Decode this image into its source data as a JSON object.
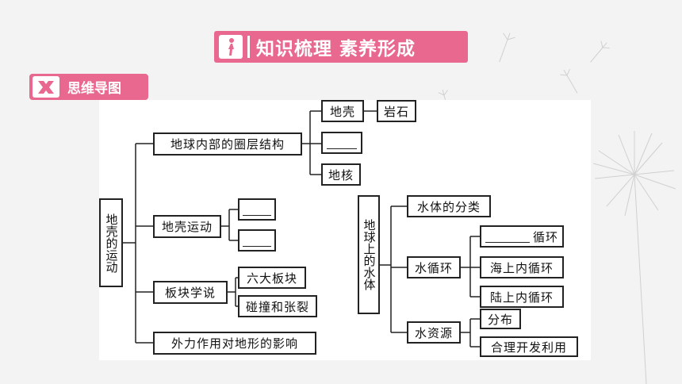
{
  "banner": {
    "title": "知识梳理 素养形成",
    "icon": "person-figure-icon"
  },
  "section": {
    "label": "思维导图",
    "icon": "cross-arrows-icon"
  },
  "mindmap": {
    "left_root": "地壳的运动",
    "interior_structure": "地球内部的圈层结构",
    "crust": "地壳",
    "rock": "岩石",
    "blank_layer": "",
    "core": "地核",
    "crustal_movement": "地壳运动",
    "blank_movement_1": "",
    "blank_movement_2": "",
    "plate_theory": "板块学说",
    "six_plates": "六大板块",
    "collision": "碰撞和张裂",
    "external_forces": "外力作用对地形的影响",
    "right_root": "地球上的水体",
    "water_types": "水体的分类",
    "water_cycle": "水循环",
    "cycle_suffix": "循环",
    "sea_cycle": "海上内循环",
    "land_cycle": "陆上内循环",
    "water_resources": "水资源",
    "distribution": "分布",
    "rational_use": "合理开发利用"
  },
  "colors": {
    "accent": "#e9688f",
    "background": "#f3f3f3",
    "panel": "#ffffff",
    "ink": "#222222"
  }
}
